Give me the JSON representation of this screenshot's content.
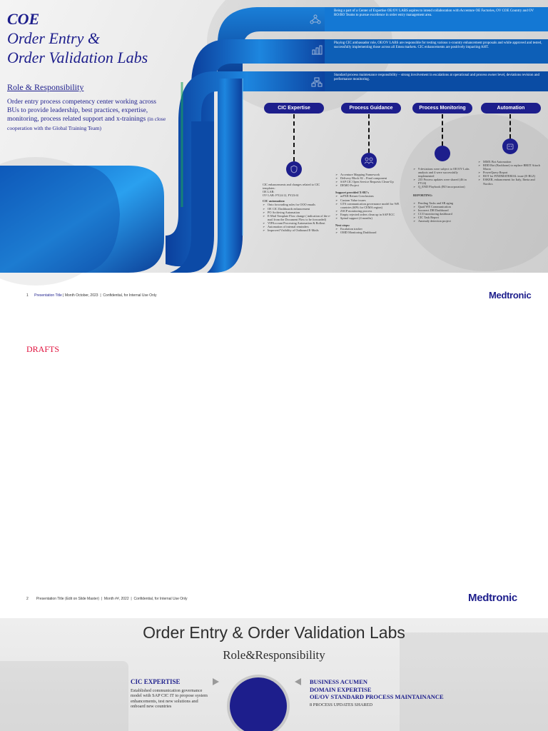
{
  "slide1": {
    "title_coe": "COE",
    "title_line1": "Order Entry &",
    "title_line2": "Order Validation Labs",
    "role_heading": "Role & Responsibility",
    "description_main": "Order entry process competency center working across BUs to provide leadership, best practices, expertise, monitoring, process related support and x-trainings",
    "description_note": "(in close cooperation with the Global Training Team)",
    "bands": [
      {
        "text": "Being a part of a Center of Expertise OE/OV LABS aspires to intend collaboration with Accenture OE Factories, OV COE Country and OV RO/BO Teams to pursue excellence in order entry management area.",
        "icon": "network-icon"
      },
      {
        "text": "Playing CIC ambassador role, OE/OV LABS are responsible for testing various x-country enhancement proposals and while approved and tested, successfully implementing those across all Emea markets. CIC enhancements are positively impacting AHT.",
        "icon": "bar-chart-icon"
      },
      {
        "text": "Standard process maintenance responsibility – strong involvement in escalations at operational and process owner level, deviations revision and performance monitoring.",
        "icon": "org-chart-icon"
      }
    ],
    "pillars": [
      {
        "label": "CIC Expertise",
        "icon": "shield-icon"
      },
      {
        "label": "Process Guidance",
        "icon": "group-icon"
      },
      {
        "label": "Process Monitoring",
        "icon": "monitor-icon"
      },
      {
        "label": "Automation",
        "icon": "robot-icon"
      }
    ],
    "col1": {
      "intro": "CIC enhancements and changes related to CIC templates:",
      "lines": [
        "OE LAB:",
        "OV LAB: FY24:12, FY23:61"
      ],
      "automation_heading": "CIC automation:",
      "items": [
        "Onto forwarding rules for OOO emails",
        "OE CIC Dashboards enhancement",
        "PO Archiving Automation",
        "E-Mail Template Flow change ( indication of the e-mail from the Document Flow to be forwarded)",
        "VIPAccount Processing Automation & Rollout",
        "Automation of internal reminders",
        "Improved Visibility of Outbound E-Mails"
      ]
    },
    "col2": {
      "items_top": [
        "Accenture Mapping Framework",
        "Delivery Block 82 – Final component",
        "SAP CIC Open Service Requests Clean-Up",
        "DEMO Project"
      ],
      "support_heading": "Support provided X-BU's",
      "items_support": [
        "mPXR Return Conclusions",
        "Custom Value issues",
        "GTS communication governance model for WE countries (60% for CEMA region)",
        "ZSCP monitoring process",
        "Empty rejected orders clean up in SAP ECC",
        "Spinal support (4 months)"
      ],
      "next_heading": "Next steps:",
      "items_next": [
        "Escalation tracker",
        "OMD Monitoring Dashboard"
      ]
    },
    "col3": {
      "items_top": [
        "9 deviations were subject to OE/OV Labs analysis and 4 were successfully implemented",
        "235 Process updates were shared (46 in FY24)",
        "Q_END Playbook (BO incorporation)"
      ],
      "reporting_heading": "REPORTING:",
      "items_reporting": [
        "Pending Tasks and SR aging",
        "Quad WE Communication",
        "Incorrect DH Dashboard",
        "CCO monitoring dashboard",
        "CIC Task Report",
        "Anomaly detection project"
      ]
    },
    "col4": {
      "items": [
        "MMX Bot Automation",
        "RDD Bot (Backbone) to replace BRIIT Attach Macro",
        "PowerQuery Report",
        "BOT for FINDMATERIAL issue (E-BLZ)",
        "ESKER, enhancement for Italy, Iberia and Nordics"
      ]
    },
    "footer": {
      "page": "1",
      "presentation_title": "Presentation Title",
      "date": "Month October, 2023",
      "confidential": "Confidential, for Internal Use Only"
    },
    "logo": "Medtronic"
  },
  "slide2": {
    "drafts_label": "DRAFTS",
    "footer": {
      "page": "2",
      "presentation_title": "Presentation Title (Edit on Slide Master)",
      "date": "Month ##, 2022",
      "confidential": "Confidential, for Internal Use Only"
    },
    "logo": "Medtronic"
  },
  "slide3": {
    "title": "Order Entry & Order Validation Labs",
    "subtitle": "Role&Responsibility",
    "left_heading": "CIC EXPERTISE",
    "left_body": "Established communication governance model with SAP CIC IT to propose system enhancements, test new solutions and onboard new countries",
    "right_heading_1": "BUSINESS ACUMEN",
    "right_heading_2": "DOMAIN EXPERTISE",
    "right_heading_3": "OE/OV STANDARD PROCESS MAINTAINANCE",
    "right_body": "8 PROCESS UPDATES SHARED"
  },
  "colors": {
    "navy": "#1d1e8c",
    "blue": "#1478d4",
    "red": "#e0103c"
  }
}
